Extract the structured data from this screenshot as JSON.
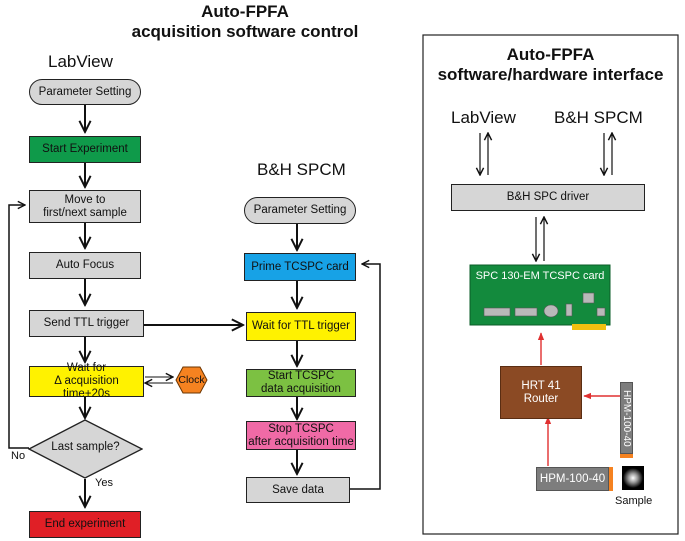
{
  "left_panel": {
    "title_line1": "Auto-FPFA",
    "title_line2": "acquisition software control",
    "labview_label": "LabView",
    "spcm_label": "B&H SPCM",
    "labview_steps": {
      "parameter_setting": "Parameter Setting",
      "start_experiment": "Start Experiment",
      "move_sample_line1": "Move to",
      "move_sample_line2": "first/next sample",
      "auto_focus": "Auto Focus",
      "send_ttl": "Send TTL trigger",
      "wait_line1": "Wait for",
      "wait_line2": "Δ acquisition time+20s",
      "clock": "Clock",
      "last_sample": "Last sample?",
      "no": "No",
      "yes": "Yes",
      "end_experiment": "End experiment"
    },
    "spcm_steps": {
      "parameter_setting": "Parameter Setting",
      "prime_card": "Prime TCSPC card",
      "wait_ttl": "Wait for TTL trigger",
      "start_line1": "Start TCSPC",
      "start_line2": "data acquisition",
      "stop_line1": "Stop TCSPC",
      "stop_line2": "after acquisition time",
      "save_data": "Save data"
    }
  },
  "right_panel": {
    "title_line1": "Auto-FPFA",
    "title_line2": "software/hardware interface",
    "labview_label": "LabView",
    "spcm_label": "B&H SPCM",
    "driver": "B&H SPC driver",
    "card": "SPC 130-EM TCSPC card",
    "router_line1": "HRT 41",
    "router_line2": "Router",
    "hpm_vertical": "HPM-100-40",
    "hpm_horizontal": "HPM-100-40",
    "sample": "Sample"
  },
  "colors": {
    "gray": "#d6d6d6",
    "green": "#0f9a4a",
    "yellow": "#fff200",
    "blue": "#17a2e6",
    "light_green": "#7cc142",
    "pink": "#f06aa6",
    "red": "#e01f26",
    "orange": "#f58220",
    "card_green": "#138a3d",
    "router_brown": "#8b4a24",
    "hpm_gray": "#7d7d7d",
    "arrow_red": "#e03030"
  }
}
